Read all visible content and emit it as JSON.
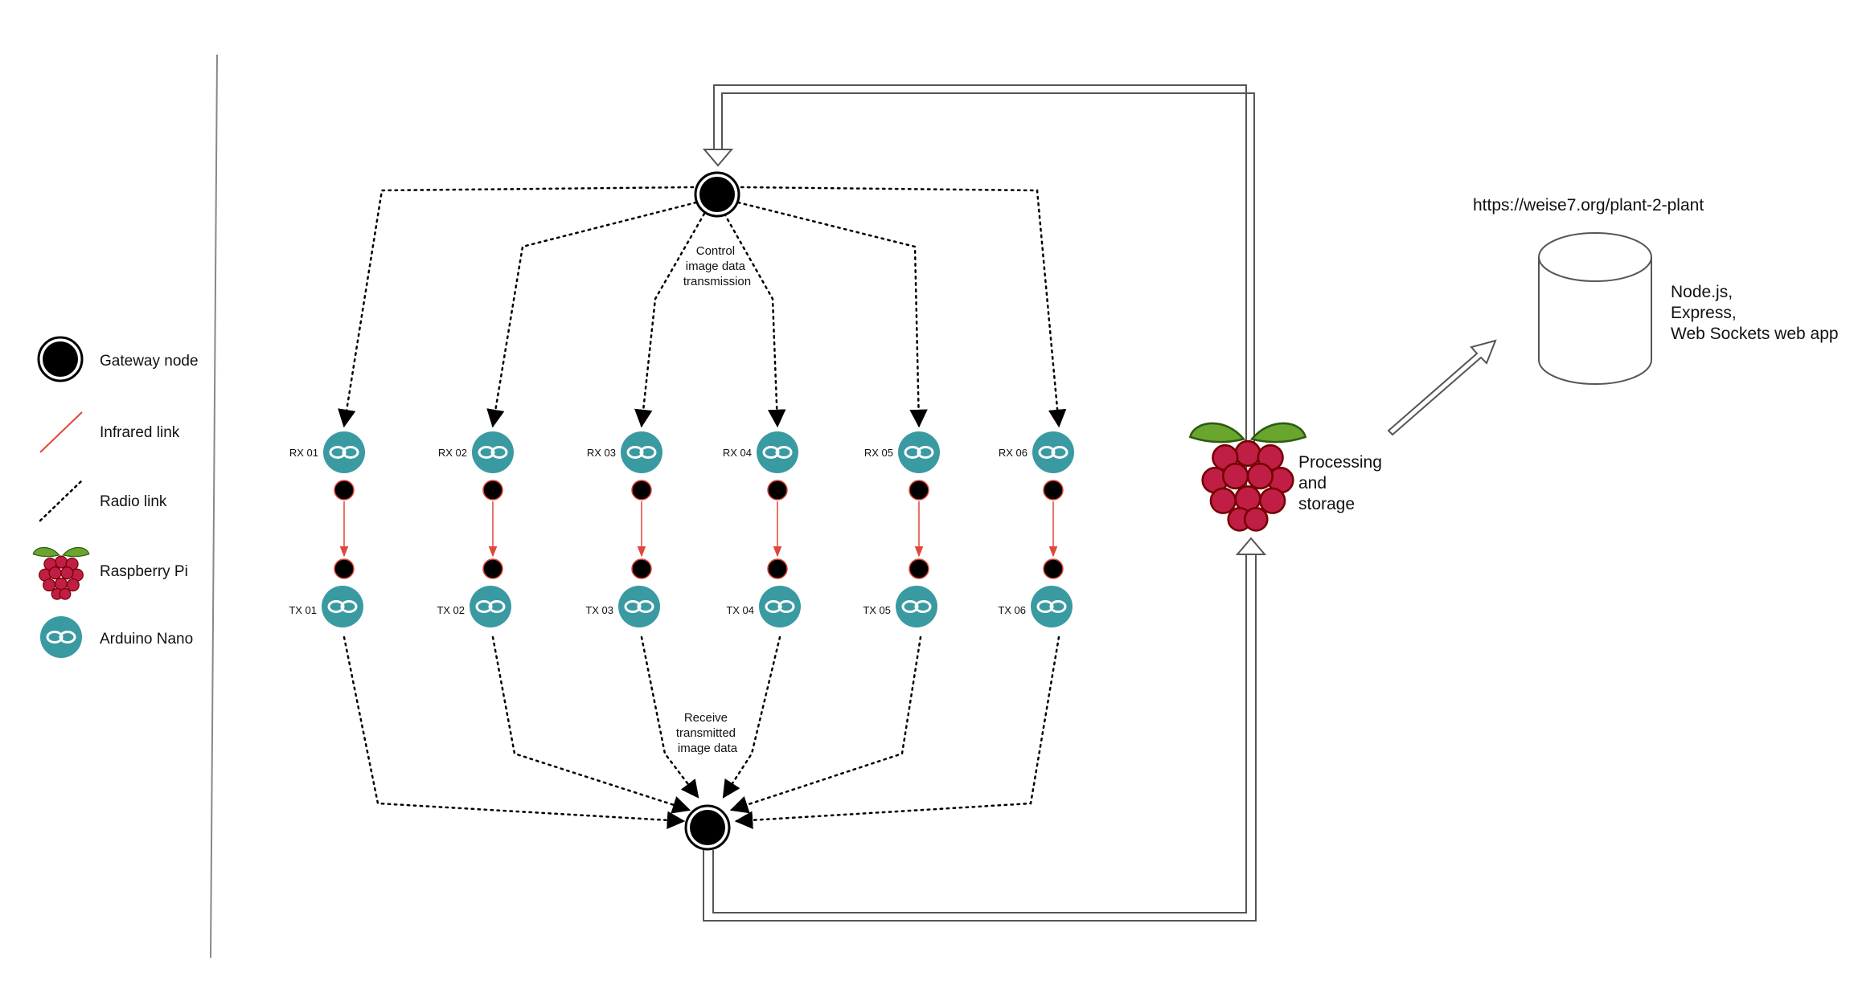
{
  "legend": {
    "gateway_node": "Gateway node",
    "infrared_link": "Infrared link",
    "radio_link": "Radio link",
    "raspberry_pi": "Raspberry Pi",
    "arduino_nano": "Arduino Nano"
  },
  "rx_labels": [
    "RX 01",
    "RX 02",
    "RX 03",
    "RX 04",
    "RX 05",
    "RX 06"
  ],
  "tx_labels": [
    "TX 01",
    "TX 02",
    "TX 03",
    "TX 04",
    "TX 05",
    "TX 06"
  ],
  "top_gateway_caption": [
    "Control",
    "image data",
    "transmission"
  ],
  "bottom_gateway_caption": [
    "Receive",
    "transmitted",
    "image data"
  ],
  "processing_label": [
    "Processing",
    "and",
    "storage"
  ],
  "url": "https://weise7.org/plant-2-plant",
  "server_label": [
    "Node.js,",
    "Express,",
    "Web Sockets web app"
  ],
  "colors": {
    "arduino_teal": "#3a9aa1",
    "infrared_red": "#e0473b",
    "gateway_black": "#000000",
    "raspberry_red": "#c01e45",
    "raspberry_leaf": "#6aa52e"
  }
}
